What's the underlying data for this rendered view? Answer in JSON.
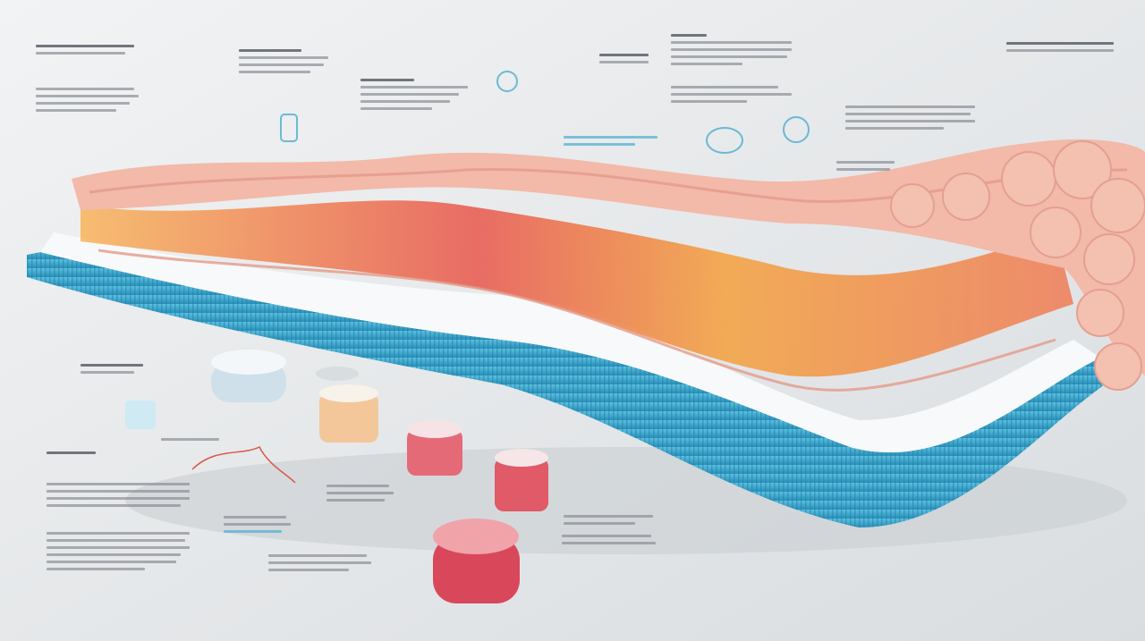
{
  "colors": {
    "background": "#eceeef",
    "membrane_blue": "#3aa6cc",
    "tissue_pink": "#f2b3a3",
    "muscle_orange": "#f6a640",
    "muscle_red": "#e5544a",
    "tablet_red": "#d9485a",
    "placeholder_text": "#8a8f95"
  },
  "icons": [
    "intestine-cross-section",
    "tablet",
    "capsule",
    "nerve-fiber",
    "lab-vial"
  ]
}
